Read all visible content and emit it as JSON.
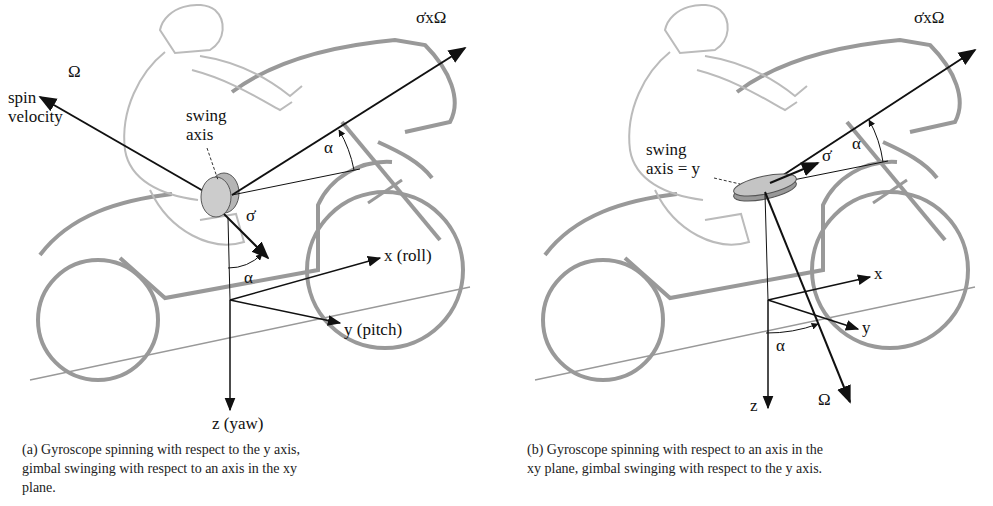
{
  "diagram": {
    "labels": [
      "Ω",
      "spin velocity",
      "swing axis",
      "σ̇xΩ",
      "α",
      "σ̇",
      "α",
      "x (roll)",
      "y (pitch)",
      "z (yaw)",
      "σ̇xΩ",
      "swing axis = y",
      "α",
      "σ̇",
      "α",
      "x",
      "y",
      "z",
      "Ω",
      "(a) Gyroscope spinning with respect to the y axis, gimbal swinging with respect to an axis in the xy plane.",
      "(b) Gyroscope spinning with respect to an axis in the xy plane, gimbal swinging with respect to the y axis."
    ]
  }
}
